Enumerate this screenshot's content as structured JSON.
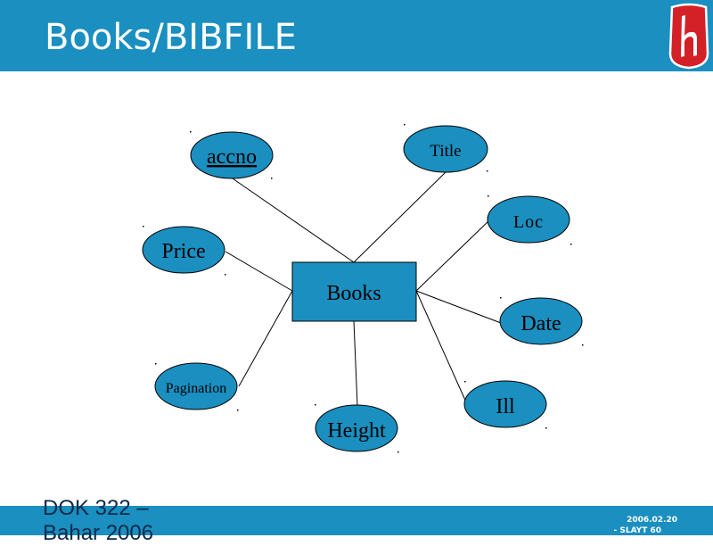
{
  "slide": {
    "title": "Books/BIBFILE",
    "footer_left": "DOK 322 –\nBahar 2006",
    "footer_date": "2006.02.20",
    "footer_slide": "- SLAYT 60"
  },
  "logo": {
    "icon": "university-h-logo-icon",
    "color": "#d42027"
  },
  "colors": {
    "band": "#1a8fc0",
    "shape_fill": "#1a8fc0",
    "line": "#000000"
  },
  "diagram": {
    "entity": "Books",
    "attributes": [
      "accno",
      "Title",
      "Loc",
      "Price",
      "Date",
      "Pagination",
      "Ill",
      "Height"
    ],
    "key_attribute": "accno"
  }
}
